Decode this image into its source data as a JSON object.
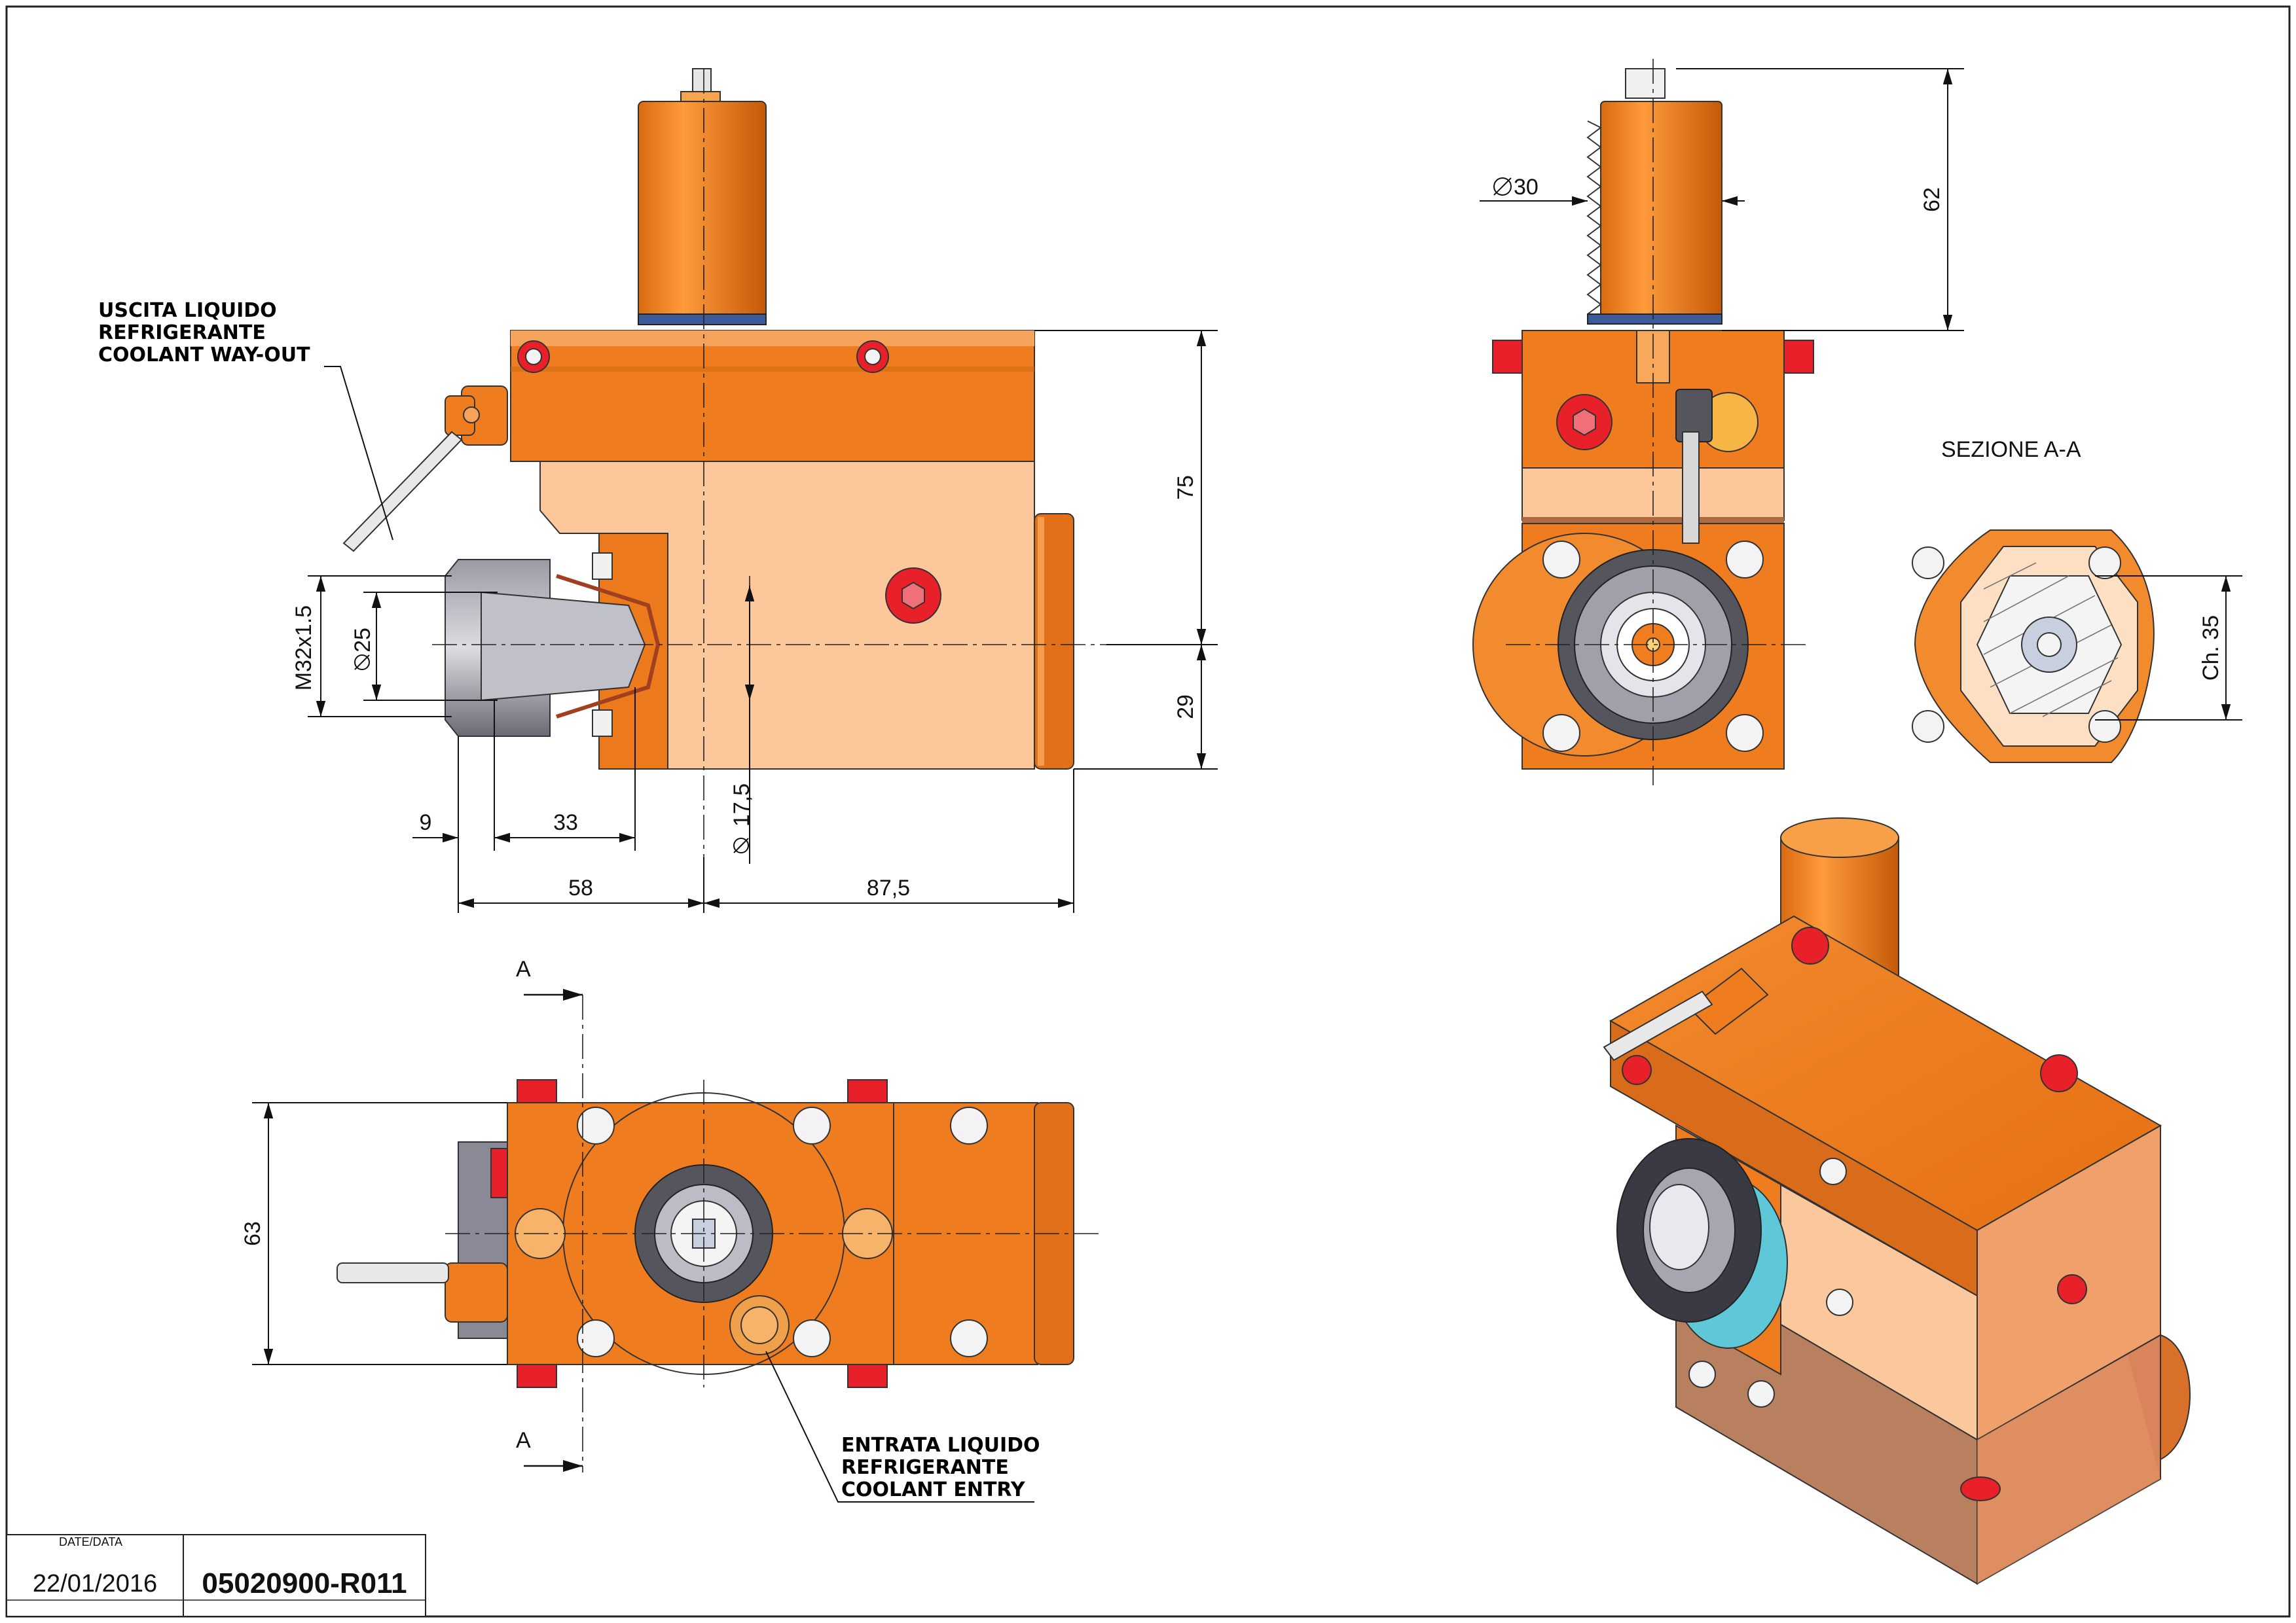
{
  "notes": {
    "coolant_out": [
      "USCITA LIQUIDO",
      "REFRIGERANTE",
      "COOLANT WAY-OUT"
    ],
    "coolant_in": [
      "ENTRATA LIQUIDO",
      "REFRIGERANTE",
      "COOLANT ENTRY"
    ],
    "section_title": "SEZIONE A-A",
    "section_mark": "A"
  },
  "dimensions": {
    "side_view": {
      "thread": "M32x1.5",
      "dia_25": "25",
      "dia_17_5": "17,5",
      "d9": "9",
      "d33": "33",
      "d58": "58",
      "d87_5": "87,5",
      "d75": "75",
      "d29": "29"
    },
    "front_view": {
      "dia_30": "30",
      "d62": "62"
    },
    "top_view": {
      "d63": "63"
    },
    "section": {
      "ch35": "Ch. 35"
    }
  },
  "title_block": {
    "date_label": "DATE/DATA",
    "date_value": "22/01/2016",
    "part_number": "05020900-R011"
  },
  "colors": {
    "orange": "#f07e1e",
    "orange_dark": "#c85f0c",
    "peach": "#fbc69a",
    "light_peach": "#fde0c4",
    "red_plug": "#e8202a",
    "grey_nut": "#6e6e78",
    "frame": "#222222"
  }
}
